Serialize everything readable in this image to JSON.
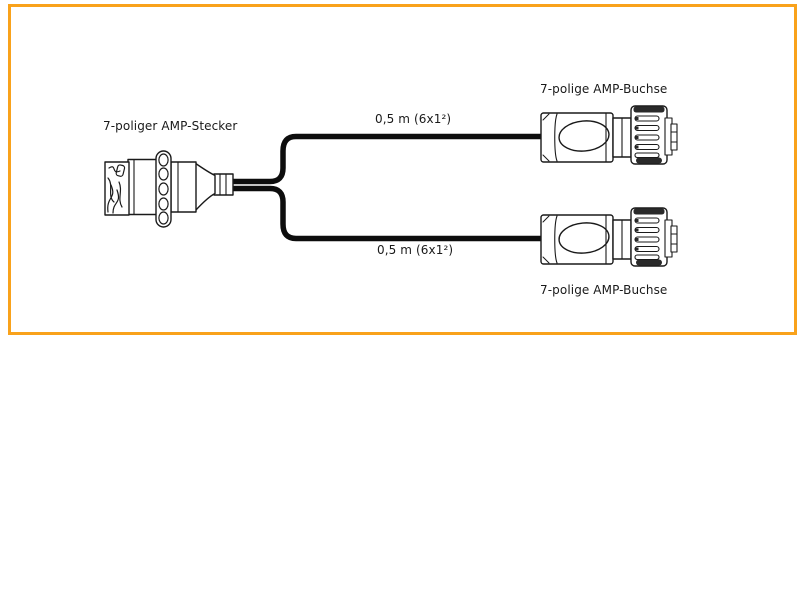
{
  "frame": {
    "border_color": "#F9A21B",
    "background_color": "#FFFFFF"
  },
  "diagram": {
    "type": "cable-adapter-line-art",
    "line_color": "#1a1a1a",
    "cable_color": "#0d0d0d",
    "plug": {
      "label": "7-poliger AMP-Stecker"
    },
    "sockets": [
      {
        "position": "top",
        "label": "7-polige AMP-Buchse"
      },
      {
        "position": "bottom",
        "label": "7-polige AMP-Buchse"
      }
    ],
    "cables": [
      {
        "position": "top",
        "label": "0,5 m (6x1²)"
      },
      {
        "position": "bottom",
        "label": "0,5 m (6x1²)"
      }
    ]
  }
}
